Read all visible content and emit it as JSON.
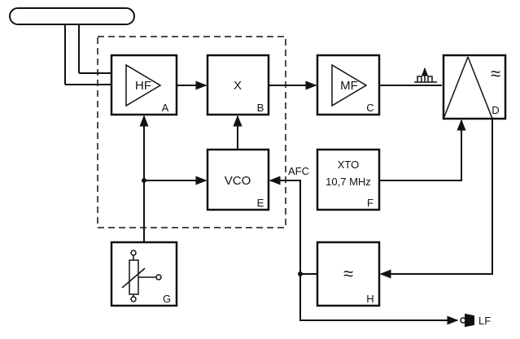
{
  "blocks": {
    "A": {
      "text": "HF",
      "letter": "A"
    },
    "B": {
      "text": "X",
      "letter": "B"
    },
    "C": {
      "text": "MF",
      "letter": "C"
    },
    "D": {
      "symbol": "≈",
      "letter": "D"
    },
    "E": {
      "text": "VCO",
      "letter": "E"
    },
    "F": {
      "line1": "XTO",
      "line2": "10,7 MHz",
      "letter": "F"
    },
    "G": {
      "letter": "G"
    },
    "H": {
      "symbol": "≈",
      "letter": "H"
    }
  },
  "labels": {
    "afc": "AFC",
    "lf": "LF"
  },
  "colors": {
    "ink": "#111111",
    "paper": "#ffffff"
  }
}
